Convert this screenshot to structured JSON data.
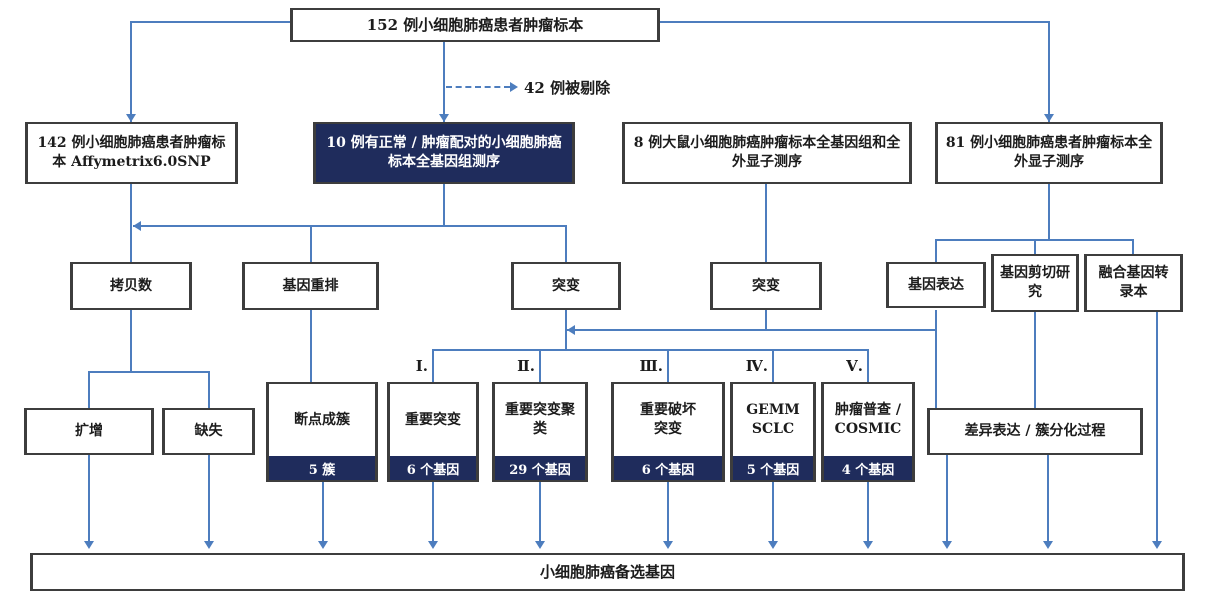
{
  "colors": {
    "line": "#4d7dbe",
    "navy": "#1f2c5c",
    "border": "#3d3d3d"
  },
  "nodes": {
    "total": {
      "label": "152 例小细胞肺癌患者肿瘤标本"
    },
    "excluded": {
      "label": "42 例被剔除"
    },
    "cohort_snp": {
      "label": "142 例小细胞肺癌患者肿瘤标本 Affymetrix6.0SNP"
    },
    "cohort_wgs": {
      "label": "10 例有正常 / 肿瘤配对的小细胞肺癌标本全基因组测序"
    },
    "cohort_mouse": {
      "label": "8 例大鼠小细胞肺癌肿瘤标本全基因组和全外显子测序"
    },
    "cohort_wes": {
      "label": "81 例小细胞肺癌患者肿瘤标本全外显子测序"
    },
    "copy_number": {
      "label": "拷贝数"
    },
    "rearrangement": {
      "label": "基因重排"
    },
    "mutation_left": {
      "label": "突变"
    },
    "mutation_right": {
      "label": "突变"
    },
    "expression": {
      "label": "基因表达"
    },
    "splicing": {
      "label": "基因剪切研究"
    },
    "fusion": {
      "label": "融合基因转录本"
    },
    "amplification": {
      "label": "扩增"
    },
    "deletion": {
      "label": "缺失"
    },
    "breakpoint": {
      "label": "断点成簇",
      "count": "5 簇"
    },
    "sig_mutation": {
      "label": "重要突变",
      "count": "6 个基因"
    },
    "sig_cluster": {
      "label": "重要突变聚类",
      "count": "29 个基因"
    },
    "sig_damaging": {
      "label": "重要破坏突变",
      "count": "6 个基因"
    },
    "gemm": {
      "label": "GEMM SCLC",
      "count": "5 个基因"
    },
    "census": {
      "label": "肿瘤普查 / COSMIC",
      "count": "4 个基因"
    },
    "diff_expr": {
      "label": "差异表达 / 簇分化过程"
    },
    "candidate": {
      "label": "小细胞肺癌备选基因"
    }
  },
  "numerals": [
    "Ⅰ.",
    "Ⅱ.",
    "Ⅲ.",
    "Ⅳ.",
    "Ⅴ."
  ]
}
